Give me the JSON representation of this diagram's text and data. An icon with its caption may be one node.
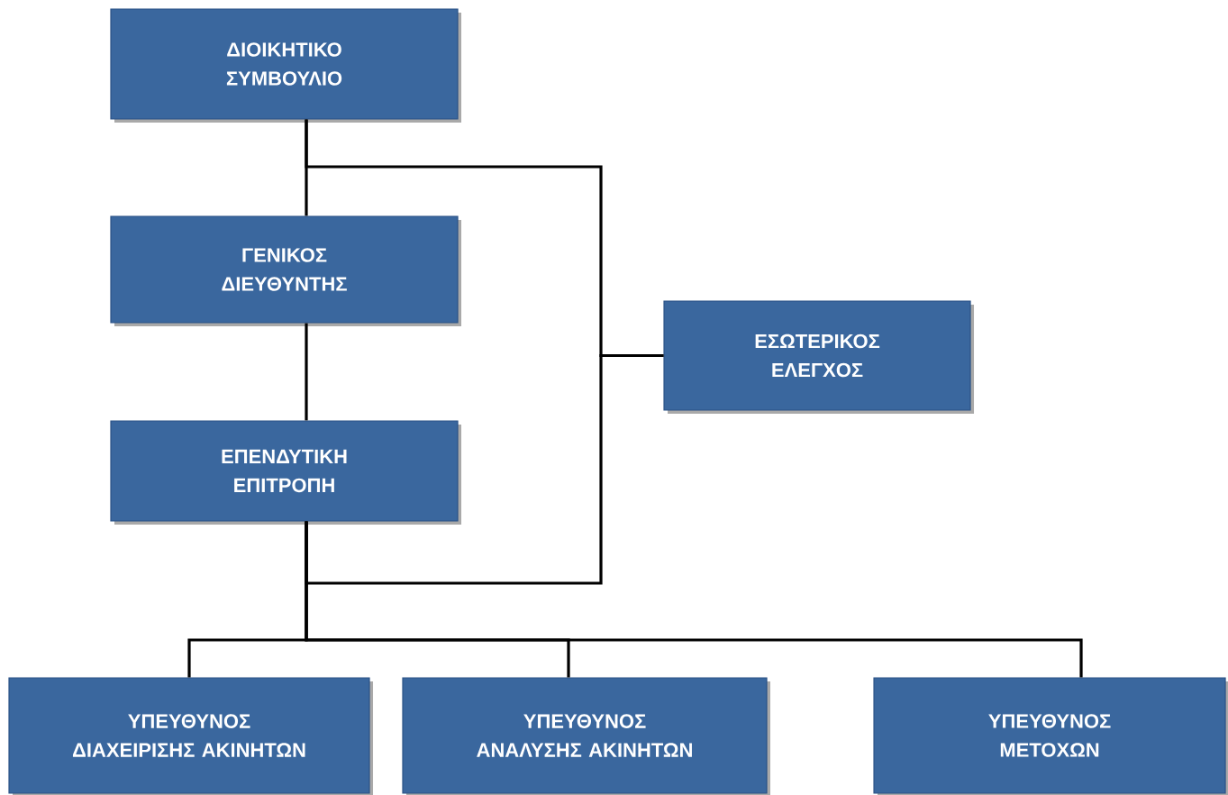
{
  "diagram": {
    "nodes": [
      {
        "text": [
          "ΔΙΟΙΚΗΤΙΚΟ ΣΥΜΒΟΥΛΙΟ"
        ]
      },
      {
        "text": [
          "ΓΕΝΙΚΟΣ ΔΙΕΥΘΥΝΤΗΣ"
        ]
      },
      {
        "text": [
          "ΕΠΕΝΔΥΤΙΚΗ ΕΠΙΤΡΟΠΗ"
        ]
      },
      {
        "text": [
          "ΕΣΩΤΕΡΙΚΟΣ ΕΛΕΓΧΟΣ"
        ]
      },
      {
        "text": [
          "ΥΠΕΥΘΥΝΟΣ ΔΙΑΧΕΙΡΙΣΗΣ ΑΚΙΝΗΤΩΝ"
        ]
      },
      {
        "text": [
          "ΥΠΕΥΘΥΝΟΣ ΑΝΑΛΥΣΗΣ ΑΚΙΝΗΤΩΝ"
        ]
      },
      {
        "text": [
          "ΥΠΕΥΘΥΝΟΣ ΜΕΤΟΧΩΝ"
        ]
      }
    ],
    "edges": [
      {
        "from": 0,
        "to": 1,
        "arrow": "none"
      },
      {
        "from": 1,
        "to": 2,
        "arrow": "none"
      },
      {
        "from": 0,
        "to": 3,
        "arrow": "none"
      },
      {
        "from": 3,
        "to": 2,
        "arrow": "none"
      },
      {
        "from": 2,
        "to": 4,
        "arrow": "none"
      },
      {
        "from": 2,
        "to": 5,
        "arrow": "none"
      },
      {
        "from": 2,
        "to": 6,
        "arrow": "none"
      }
    ]
  }
}
